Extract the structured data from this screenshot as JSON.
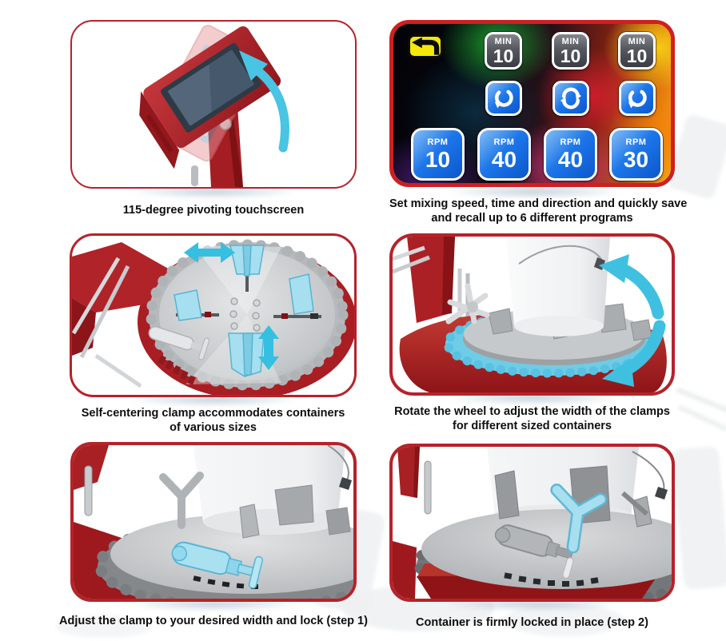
{
  "colors": {
    "panel_border_red": "#b5232a",
    "screen_bezel_red": "#cf1f21",
    "machine_red": "#a81e23",
    "highlight_cyan": "#4ac4e2",
    "button_blue": "#1b74e8",
    "button_gray": "#55595f",
    "back_button_yellow": "#f4e70a",
    "caption_text": "#0e0e0e"
  },
  "captions": {
    "pivot": {
      "line1": "115-degree pivoting touchscreen"
    },
    "programs": {
      "line1": "Set mixing speed, time and direction and quickly save",
      "line2": "and recall up to 6 different programs"
    },
    "clamp": {
      "line1": "Self-centering clamp accommodates containers",
      "line2": "of various sizes"
    },
    "wheel": {
      "line1": "Rotate the wheel to adjust the width of the clamps",
      "line2": "for different sized containers"
    },
    "step1": {
      "line1": "Adjust the clamp to your desired width and lock (step 1)"
    },
    "step2": {
      "line1": "Container is firmly locked in place (step 2)"
    }
  },
  "touchscreen": {
    "back_button": {
      "icon": "back-arrow-icon"
    },
    "timers": [
      {
        "unit": "MIN",
        "value": "10"
      },
      {
        "unit": "MIN",
        "value": "10"
      },
      {
        "unit": "MIN",
        "value": "10"
      }
    ],
    "directions": [
      {
        "icon": "rotate-ccw-icon"
      },
      {
        "icon": "rotate-cycle-icon"
      },
      {
        "icon": "rotate-ccw-icon"
      }
    ],
    "speeds": [
      {
        "unit": "RPM",
        "value": "10"
      },
      {
        "unit": "RPM",
        "value": "40"
      },
      {
        "unit": "RPM",
        "value": "40"
      },
      {
        "unit": "RPM",
        "value": "30"
      }
    ]
  }
}
